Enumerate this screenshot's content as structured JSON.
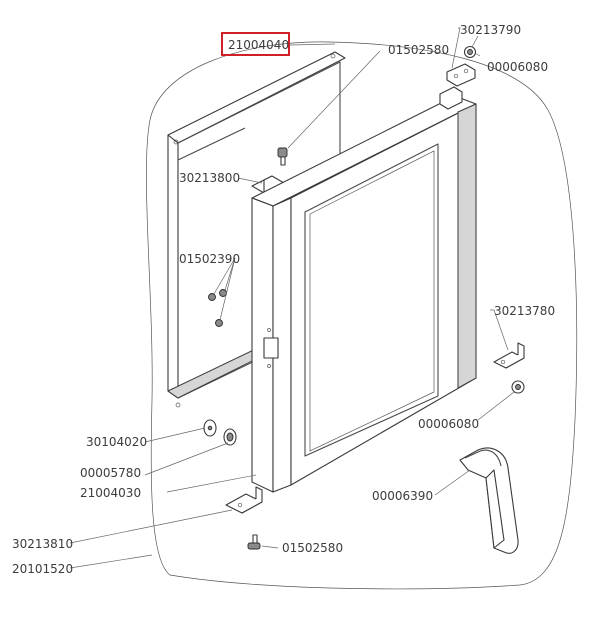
{
  "highlight_color": "#d0202a",
  "parts": {
    "p21004040": "21004040",
    "p01502580_top": "01502580",
    "p30213790": "30213790",
    "p00006080_top": "00006080",
    "p30213800": "30213800",
    "p01502390": "01502390",
    "p30213780": "30213780",
    "p00006080_mid": "00006080",
    "p30104020": "30104020",
    "p00005780": "00005780",
    "p21004030": "21004030",
    "p00006390": "00006390",
    "p30213810": "30213810",
    "p01502580_bottom": "01502580",
    "p20101520": "20101520"
  }
}
